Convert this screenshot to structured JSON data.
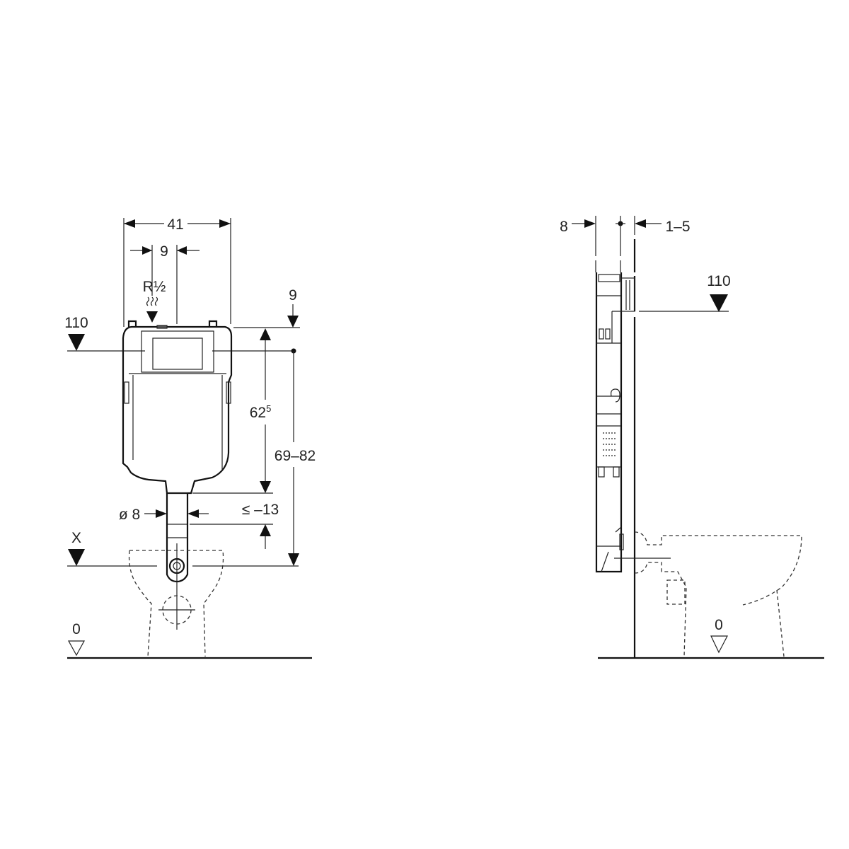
{
  "front_view": {
    "width_label": "41",
    "inlet_offset_label": "9",
    "inlet_thread_label": "R½",
    "top_offset_label": "9",
    "level_110_label": "110",
    "tank_height_label": "62",
    "tank_height_sup": "5",
    "range_label": "69–82",
    "pipe_diameter_label": "ø 8",
    "pipe_offset_label": "≤ –13",
    "level_x_label": "X",
    "floor_label": "0"
  },
  "side_view": {
    "depth_label": "8",
    "gap_label": "1–5",
    "level_110_label": "110",
    "floor_label": "0"
  },
  "colors": {
    "line": "#222222",
    "background": "#ffffff"
  }
}
